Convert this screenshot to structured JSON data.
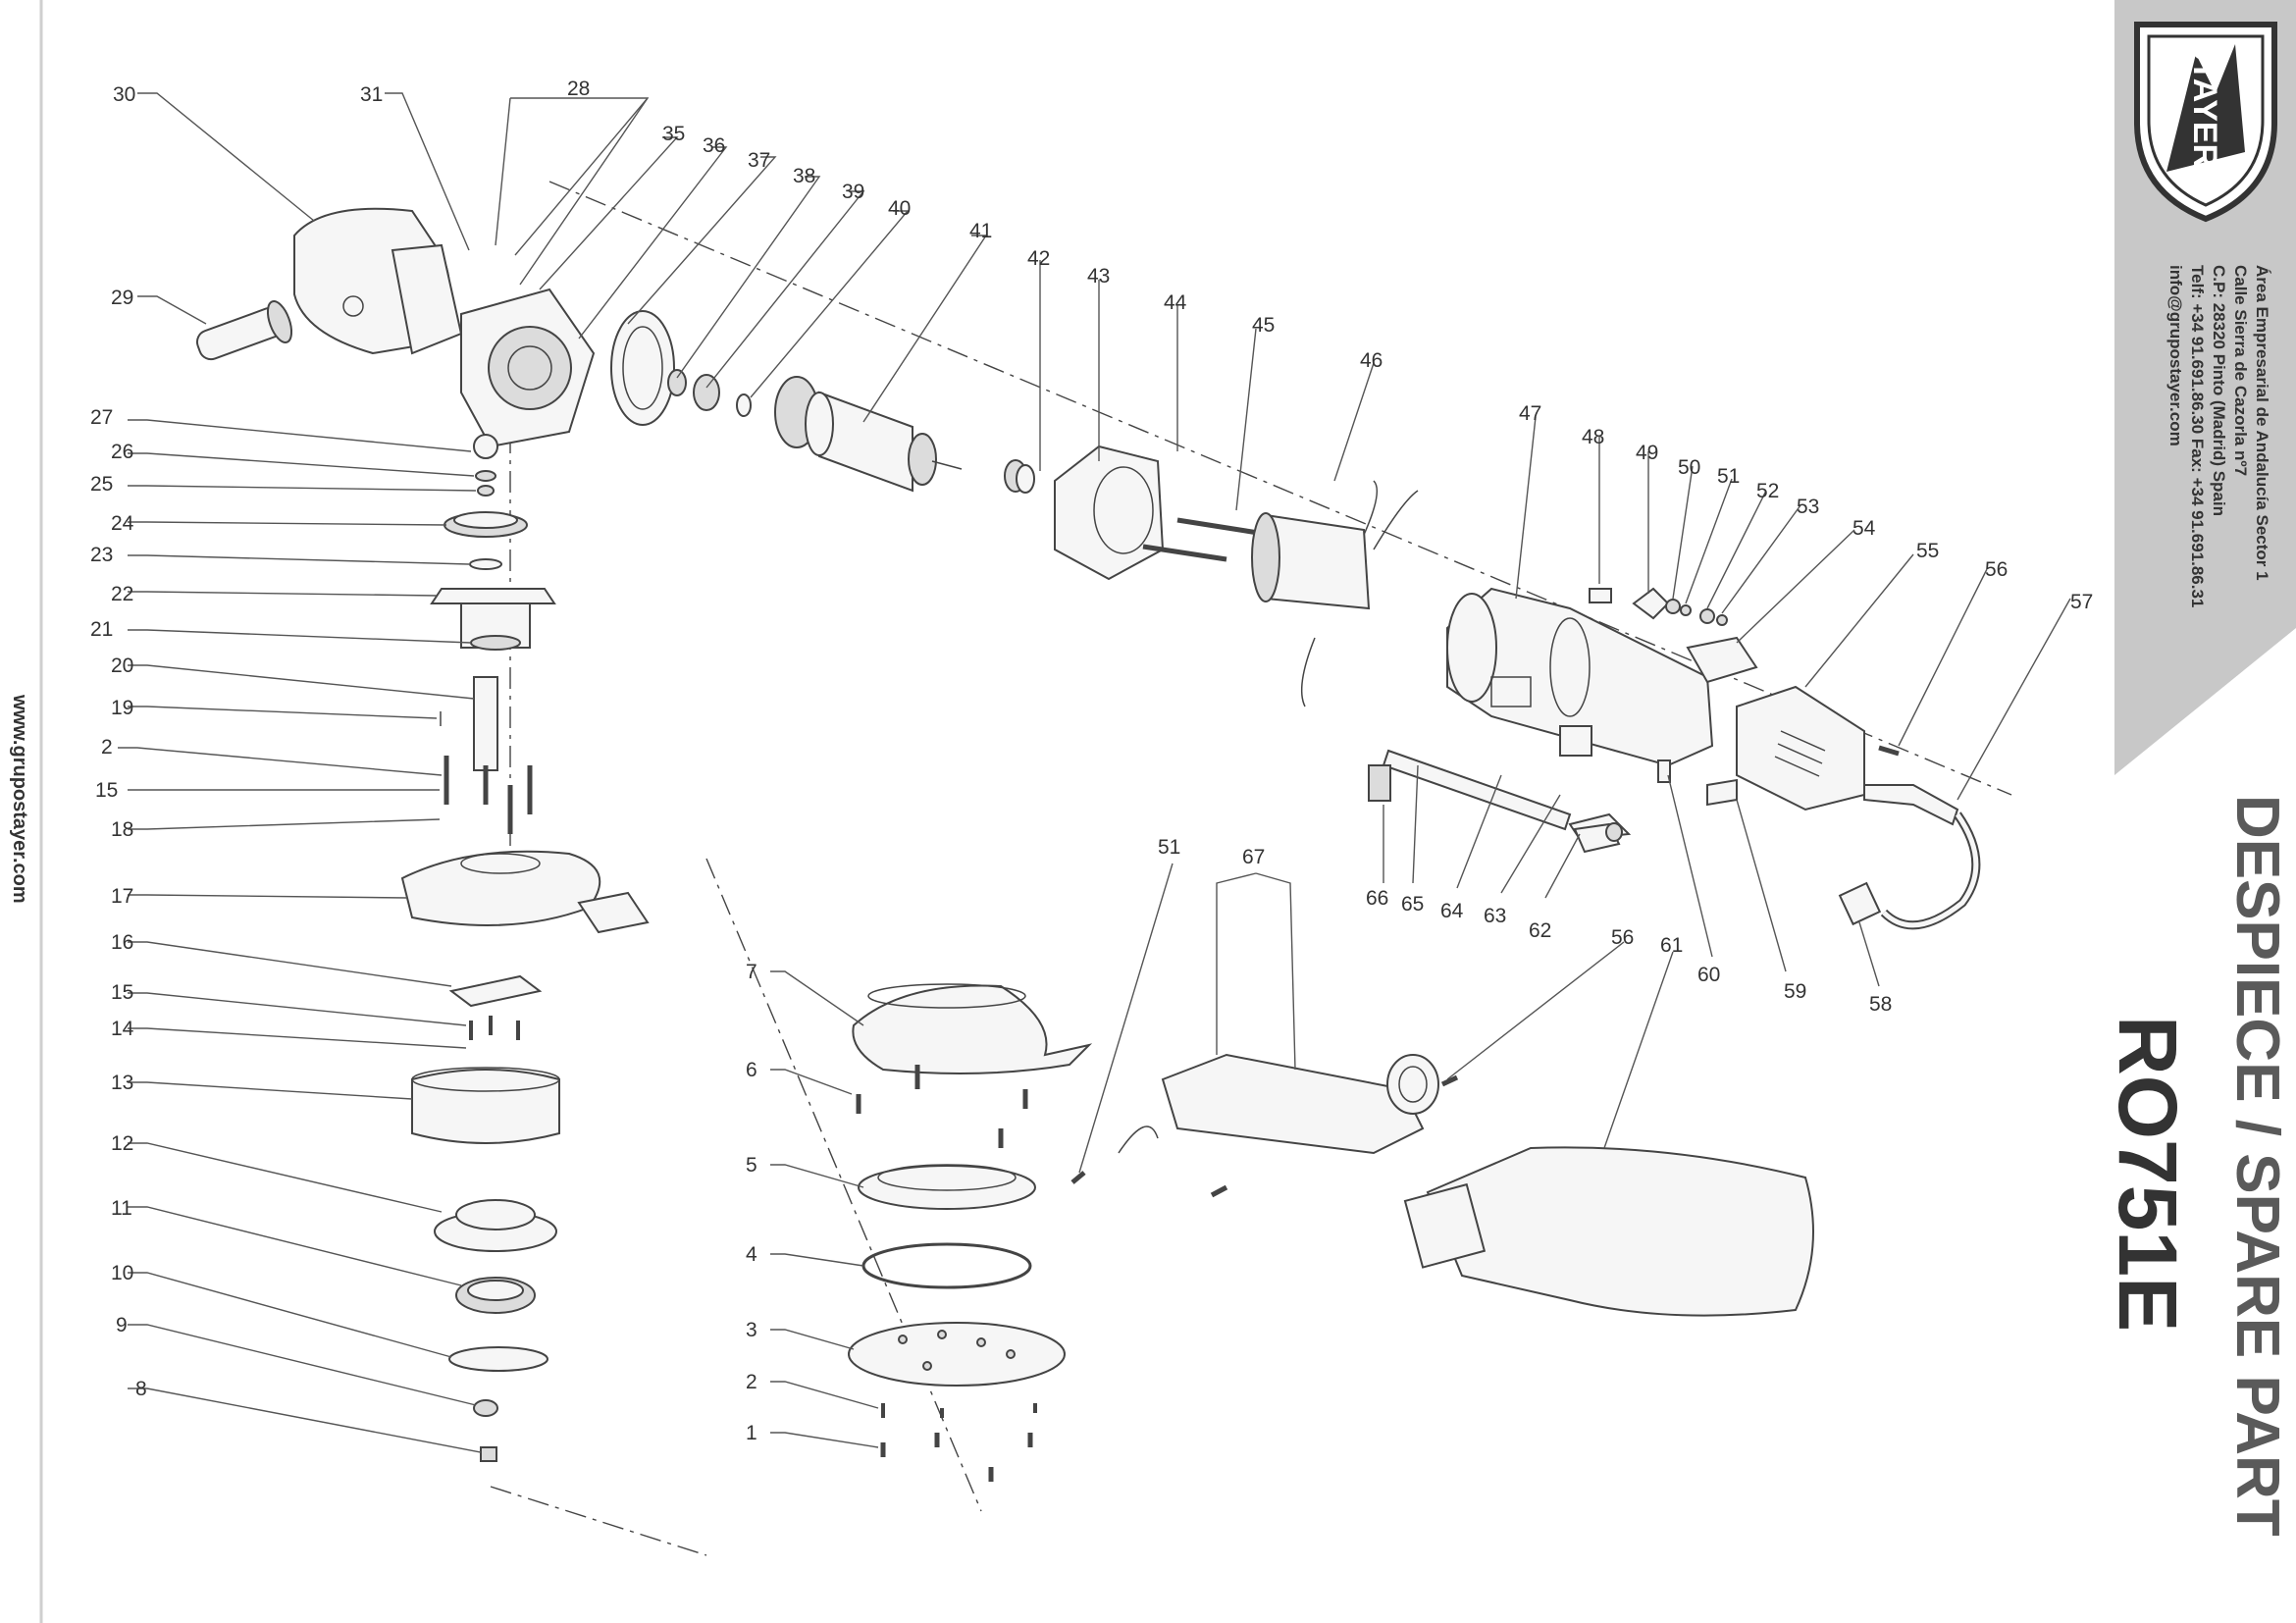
{
  "brand": {
    "logo_text": "STAYER",
    "address_lines": [
      "Área Empresarial de Andalucía Sector 1",
      "Calle Sierra de Cazorla nº7",
      "C.P: 28320 Pinto (Madrid) Spain",
      "Telf: +34 91.691.86.30 Fax: +34 91.691.86.31",
      "info@grupostayer.com"
    ],
    "website": "www.grupostayer.com"
  },
  "title": {
    "line1": "DESPIECE / SPARE PART",
    "line2": "RO751E"
  },
  "colors": {
    "band": "#c8c8c8",
    "title": "#5a5a5a",
    "ink": "#333333"
  },
  "callouts": [
    "30",
    "31",
    "28",
    "35",
    "36",
    "37",
    "38",
    "39",
    "40",
    "41",
    "42",
    "43",
    "44",
    "45",
    "46",
    "47",
    "48",
    "49",
    "50",
    "51",
    "52",
    "53",
    "54",
    "55",
    "56",
    "57",
    "29",
    "27",
    "26",
    "25",
    "24",
    "23",
    "22",
    "21",
    "20",
    "19",
    "2",
    "15",
    "18",
    "17",
    "16",
    "15",
    "14",
    "13",
    "12",
    "11",
    "10",
    "9",
    "8",
    "7",
    "6",
    "5",
    "4",
    "3",
    "2",
    "1",
    "51",
    "67",
    "66",
    "65",
    "64",
    "63",
    "62",
    "56",
    "61",
    "60",
    "59",
    "58"
  ]
}
